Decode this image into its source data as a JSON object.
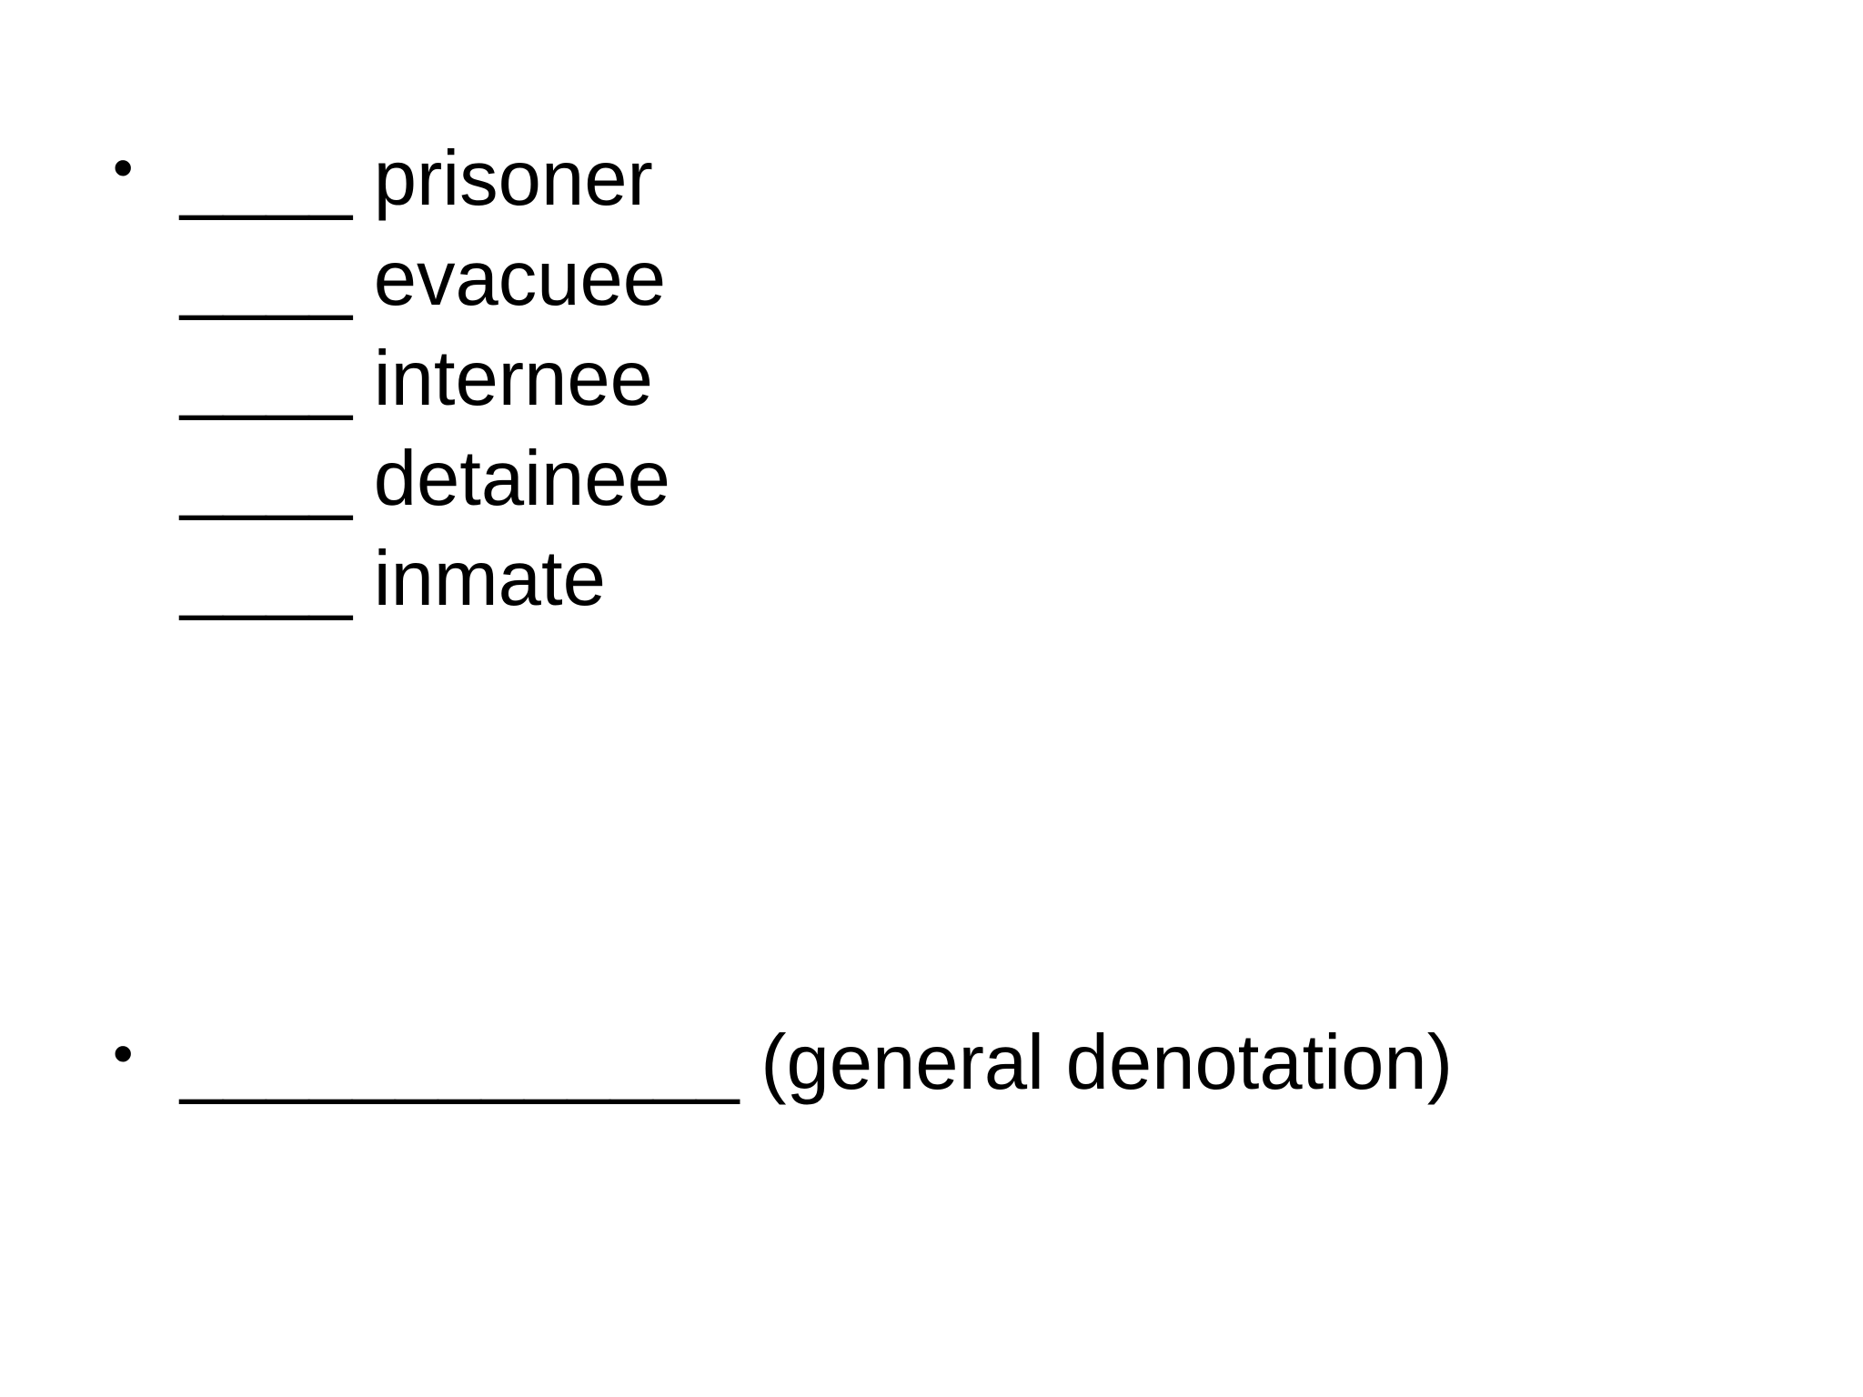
{
  "bullet_char": "•",
  "list_items": [
    {
      "blank": "____",
      "word": "prisoner"
    },
    {
      "blank": "____",
      "word": "evacuee"
    },
    {
      "blank": "____",
      "word": "internee"
    },
    {
      "blank": "____",
      "word": "detainee"
    },
    {
      "blank": "____",
      "word": "inmate"
    }
  ],
  "general": {
    "blank": "_____________",
    "label": "(general denotation)"
  }
}
